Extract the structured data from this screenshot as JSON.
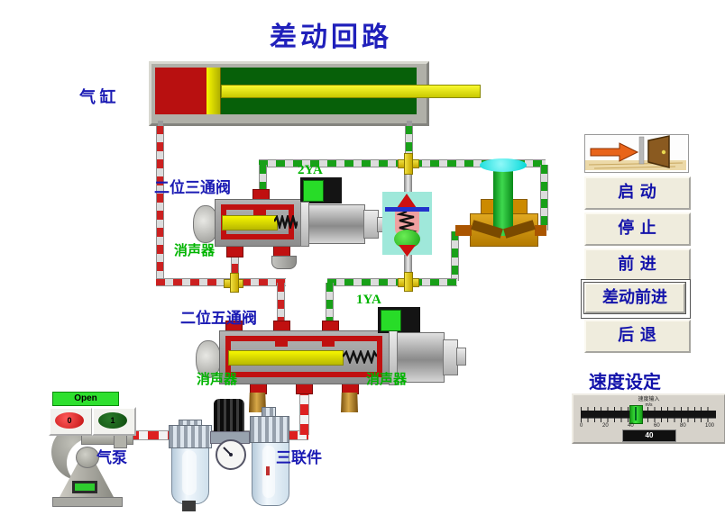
{
  "title": "差动回路",
  "components": {
    "cylinder_label": "气  缸",
    "valve3_label": "二位三通阀",
    "valve5_label": "二位五通阀",
    "muffler_label": "消声器",
    "pump_label": "气泵",
    "frl_label": "三联件",
    "solenoid_2ya": "2YA",
    "solenoid_1ya": "1YA"
  },
  "pump_panel": {
    "indicator": "Open",
    "stop_button": "0",
    "start_button": "1"
  },
  "control_buttons": [
    {
      "label": "启  动",
      "focused": false
    },
    {
      "label": "停  止",
      "focused": false
    },
    {
      "label": "前  进",
      "focused": false
    },
    {
      "label": "差动前进",
      "focused": true
    },
    {
      "label": "后  退",
      "focused": false
    }
  ],
  "speed": {
    "title": "速度设定",
    "mini_label": "速度输入",
    "mini_unit": "m/s",
    "ticks": [
      "0",
      "20",
      "40",
      "60",
      "80",
      "100"
    ],
    "value": "40",
    "handle_pct": 40
  },
  "colors": {
    "accent_blue": "#1b1bb4",
    "label_green": "#00b400",
    "pipe_red": "#cc2020",
    "pipe_green": "#18a018",
    "chamber_red": "#b81010",
    "chamber_green": "#076009",
    "piston_yellow": "#e8e800",
    "indicator_green": "#2ee02e",
    "button_bg": "#efecdd"
  }
}
